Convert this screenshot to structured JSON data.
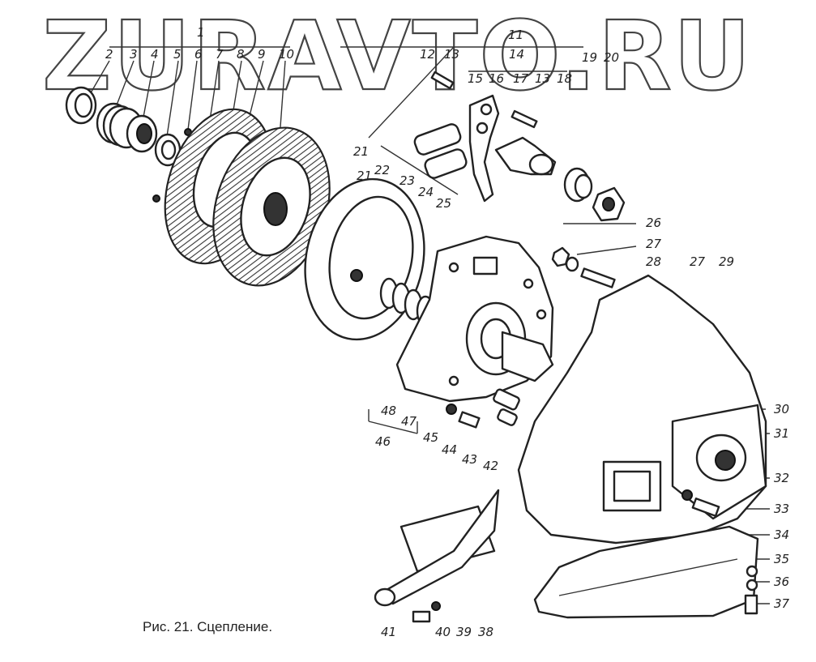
{
  "watermark": "ZURAVTO.RU",
  "caption": "Рис. 21. Сцепление.",
  "labels": [
    {
      "id": "l1",
      "text": "1"
    },
    {
      "id": "l2",
      "text": "2"
    },
    {
      "id": "l3",
      "text": "3"
    },
    {
      "id": "l4",
      "text": "4"
    },
    {
      "id": "l5",
      "text": "5"
    },
    {
      "id": "l6",
      "text": "6"
    },
    {
      "id": "l7",
      "text": "7"
    },
    {
      "id": "l8",
      "text": "8"
    },
    {
      "id": "l9",
      "text": "9"
    },
    {
      "id": "l10",
      "text": "10"
    },
    {
      "id": "l11",
      "text": "11"
    },
    {
      "id": "l12",
      "text": "12"
    },
    {
      "id": "l13a",
      "text": "13"
    },
    {
      "id": "l14",
      "text": "14"
    },
    {
      "id": "l15",
      "text": "15"
    },
    {
      "id": "l16",
      "text": "16"
    },
    {
      "id": "l17",
      "text": "17"
    },
    {
      "id": "l13b",
      "text": "13"
    },
    {
      "id": "l18",
      "text": "18"
    },
    {
      "id": "l19",
      "text": "19"
    },
    {
      "id": "l20",
      "text": "20"
    },
    {
      "id": "l21a",
      "text": "21"
    },
    {
      "id": "l21b",
      "text": "21"
    },
    {
      "id": "l22",
      "text": "22"
    },
    {
      "id": "l23",
      "text": "23"
    },
    {
      "id": "l24",
      "text": "24"
    },
    {
      "id": "l25",
      "text": "25"
    },
    {
      "id": "l26",
      "text": "26"
    },
    {
      "id": "l27a",
      "text": "27"
    },
    {
      "id": "l28",
      "text": "28"
    },
    {
      "id": "l27b",
      "text": "27"
    },
    {
      "id": "l29",
      "text": "29"
    },
    {
      "id": "l30",
      "text": "30"
    },
    {
      "id": "l31",
      "text": "31"
    },
    {
      "id": "l32",
      "text": "32"
    },
    {
      "id": "l33",
      "text": "33"
    },
    {
      "id": "l34",
      "text": "34"
    },
    {
      "id": "l35",
      "text": "35"
    },
    {
      "id": "l36",
      "text": "36"
    },
    {
      "id": "l37",
      "text": "37"
    },
    {
      "id": "l38",
      "text": "38"
    },
    {
      "id": "l39",
      "text": "39"
    },
    {
      "id": "l40",
      "text": "40"
    },
    {
      "id": "l41",
      "text": "41"
    },
    {
      "id": "l42",
      "text": "42"
    },
    {
      "id": "l43",
      "text": "43"
    },
    {
      "id": "l44",
      "text": "44"
    },
    {
      "id": "l45",
      "text": "45"
    },
    {
      "id": "l46",
      "text": "46"
    },
    {
      "id": "l47",
      "text": "47"
    },
    {
      "id": "l48",
      "text": "48"
    }
  ]
}
